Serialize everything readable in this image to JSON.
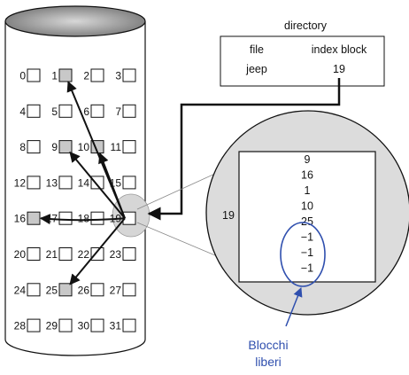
{
  "directory": {
    "title": "directory",
    "col_file": "file",
    "col_index_block": "index block",
    "row_file": "jeep",
    "row_index_block": "19"
  },
  "disk": {
    "blocks": [
      {
        "n": "0",
        "used": false
      },
      {
        "n": "1",
        "used": true
      },
      {
        "n": "2",
        "used": false
      },
      {
        "n": "3",
        "used": false
      },
      {
        "n": "4",
        "used": false
      },
      {
        "n": "5",
        "used": false
      },
      {
        "n": "6",
        "used": false
      },
      {
        "n": "7",
        "used": false
      },
      {
        "n": "8",
        "used": false
      },
      {
        "n": "9",
        "used": true
      },
      {
        "n": "10",
        "used": true
      },
      {
        "n": "11",
        "used": false
      },
      {
        "n": "12",
        "used": false
      },
      {
        "n": "13",
        "used": false
      },
      {
        "n": "14",
        "used": false
      },
      {
        "n": "15",
        "used": false
      },
      {
        "n": "16",
        "used": true
      },
      {
        "n": "17",
        "used": false
      },
      {
        "n": "18",
        "used": false
      },
      {
        "n": "19",
        "used": false
      },
      {
        "n": "20",
        "used": false
      },
      {
        "n": "21",
        "used": false
      },
      {
        "n": "22",
        "used": false
      },
      {
        "n": "23",
        "used": false
      },
      {
        "n": "24",
        "used": false
      },
      {
        "n": "25",
        "used": true
      },
      {
        "n": "26",
        "used": false
      },
      {
        "n": "27",
        "used": false
      },
      {
        "n": "28",
        "used": false
      },
      {
        "n": "29",
        "used": false
      },
      {
        "n": "30",
        "used": false
      },
      {
        "n": "31",
        "used": false
      }
    ],
    "index_block_number": "19",
    "pointer_targets": [
      "9",
      "16",
      "1",
      "10",
      "25"
    ]
  },
  "index_block": {
    "label": "19",
    "entries": [
      "9",
      "16",
      "1",
      "10",
      "25",
      "−1",
      "−1",
      "−1"
    ]
  },
  "annotation": {
    "line1": "Blocchi",
    "line2": "liberi"
  },
  "colors": {
    "disk_fill": "#ffffff",
    "disk_top": "#9a9a9a",
    "used_block": "#c8c8c8",
    "zoom_circle": "#dcdcdc",
    "annotation": "#2f4fae"
  }
}
